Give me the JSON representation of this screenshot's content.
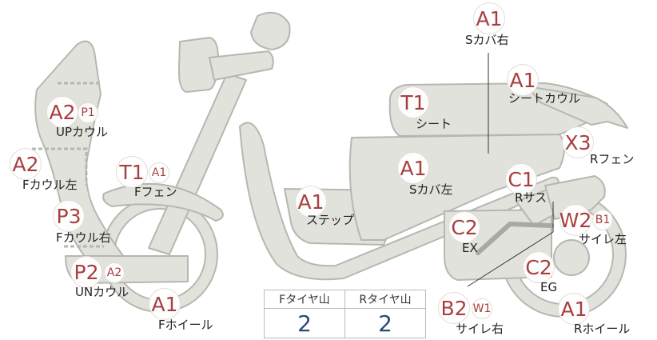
{
  "parts": {
    "s_cover_r": {
      "grades": [
        "A1"
      ],
      "label": "Sカバ右"
    },
    "seat_cowl": {
      "grades": [
        "A1"
      ],
      "label": "シートカウル"
    },
    "seat": {
      "grades": [
        "T1"
      ],
      "label": "シート"
    },
    "up_cowl": {
      "grades": [
        "A2",
        "P1"
      ],
      "label": "UPカウル"
    },
    "f_cowl_l": {
      "grades": [
        "A2"
      ],
      "label": "Fカウル左"
    },
    "f_fender": {
      "grades": [
        "T1",
        "A1"
      ],
      "label": "Fフェン"
    },
    "s_cover_l": {
      "grades": [
        "A1"
      ],
      "label": "Sカバ左"
    },
    "r_fender": {
      "grades": [
        "X3"
      ],
      "label": "Rフェン"
    },
    "r_sus": {
      "grades": [
        "C1"
      ],
      "label": "Rサス"
    },
    "step": {
      "grades": [
        "A1"
      ],
      "label": "ステップ"
    },
    "f_cowl_r": {
      "grades": [
        "P3"
      ],
      "label": "Fカウル右"
    },
    "ex": {
      "grades": [
        "C2"
      ],
      "label": "EX"
    },
    "muffler_l": {
      "grades": [
        "W2",
        "B1"
      ],
      "label": "サイレ左"
    },
    "eg": {
      "grades": [
        "C2"
      ],
      "label": "EG"
    },
    "un_cowl": {
      "grades": [
        "P2",
        "A2"
      ],
      "label": "UNカウル"
    },
    "f_wheel": {
      "grades": [
        "A1"
      ],
      "label": "Fホイール"
    },
    "muffler_r": {
      "grades": [
        "B2",
        "W1"
      ],
      "label": "サイレ右"
    },
    "r_wheel": {
      "grades": [
        "A1"
      ],
      "label": "Rホイール"
    }
  },
  "tire_table": {
    "front_header": "Fタイヤ山",
    "rear_header": "Rタイヤ山",
    "front_value": "2",
    "rear_value": "2"
  },
  "colors": {
    "body_fill": "#e2e2dd",
    "body_stroke": "#b7b7b1",
    "grade_text": "#a83f3f",
    "table_value": "#2b4a7c"
  }
}
